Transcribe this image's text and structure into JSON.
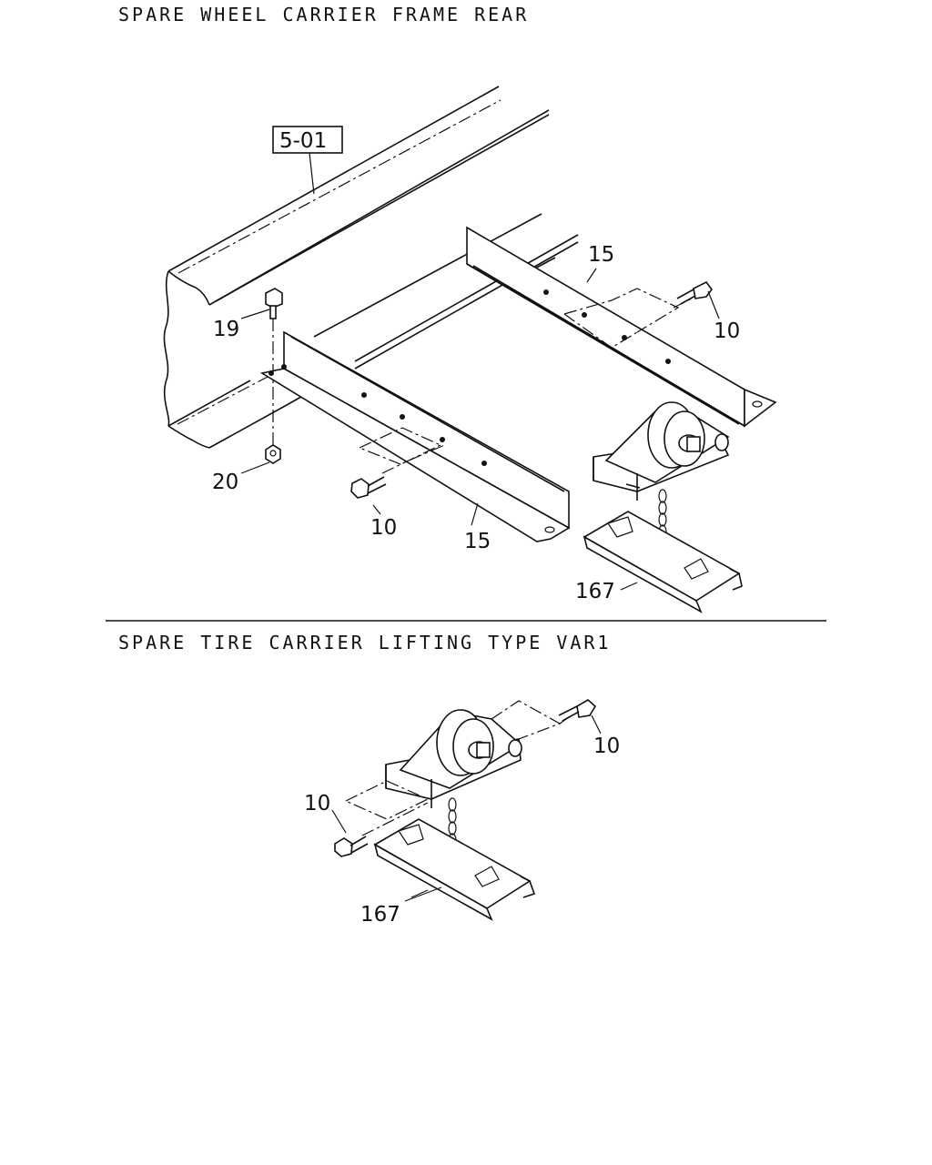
{
  "sections": [
    {
      "title": "SPARE WHEEL CARRIER FRAME REAR"
    },
    {
      "title": "SPARE TIRE CARRIER LIFTING TYPE VAR1"
    }
  ],
  "callouts": {
    "ref_box": "5-01",
    "top": {
      "bracket_rear": "15",
      "bracket_front": "15",
      "bolt_rear": "10",
      "bolt_front": "10",
      "bolt_19": "19",
      "nut_20": "20",
      "carrier": "167"
    },
    "bottom": {
      "bolt_rear": "10",
      "bolt_front": "10",
      "carrier": "167"
    }
  },
  "colors": {
    "ink": "#111111",
    "paper": "#ffffff"
  }
}
